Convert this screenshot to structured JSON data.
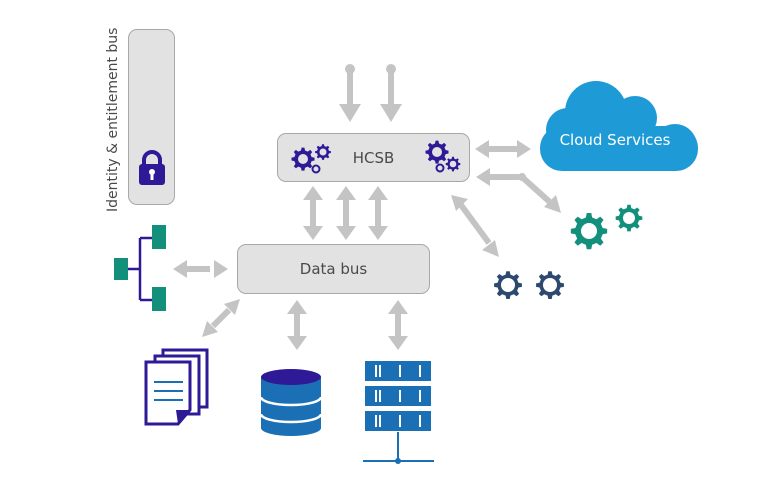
{
  "diagram": {
    "identity_bus": {
      "label": "Identity & entitlement bus",
      "icon": "lock-icon"
    },
    "hcsb": {
      "label": "HCSB",
      "icons": [
        "gears-icon",
        "gears-icon"
      ]
    },
    "data_bus": {
      "label": "Data bus"
    },
    "cloud": {
      "label": "Cloud Services"
    },
    "external_nodes": [
      {
        "name": "green-gears",
        "icon": "gears-icon"
      },
      {
        "name": "navy-gears",
        "icon": "gears-icon"
      },
      {
        "name": "hierarchy",
        "icon": "org-chart-icon"
      },
      {
        "name": "documents",
        "icon": "documents-icon"
      },
      {
        "name": "database",
        "icon": "database-icon"
      },
      {
        "name": "server-rack",
        "icon": "server-network-icon"
      }
    ],
    "colors": {
      "bus_fill": "#e2e2e2",
      "arrow": "#c4c4c4",
      "purple": "#2e1a96",
      "cloud_blue": "#1e9ad6",
      "teal": "#13907c",
      "navy": "#2d4a6e",
      "doc_blue": "#1a6fb5"
    }
  }
}
